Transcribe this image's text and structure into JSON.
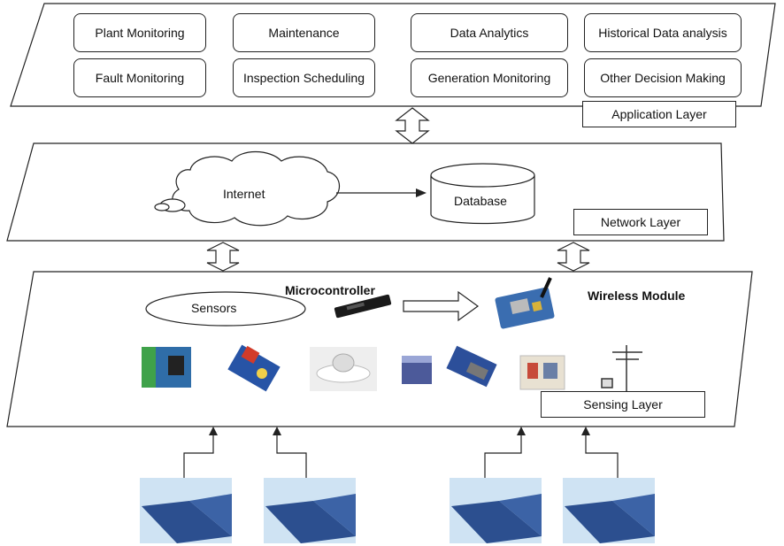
{
  "application_layer": {
    "label": "Application Layer",
    "modules": [
      "Plant Monitoring",
      "Maintenance",
      "Data Analytics",
      "Historical Data analysis",
      "Fault Monitoring",
      "Inspection Scheduling",
      "Generation Monitoring",
      "Other Decision Making"
    ]
  },
  "network_layer": {
    "label": "Network Layer",
    "internet": "Internet",
    "database": "Database"
  },
  "sensing_layer": {
    "label": "Sensing Layer",
    "sensors": "Sensors",
    "microcontroller": "Microcontroller",
    "wireless_module": "Wireless Module"
  },
  "colors": {
    "line": "#222222",
    "panel_blue": "#2c4f8f",
    "sky": "#cfe3f3"
  }
}
